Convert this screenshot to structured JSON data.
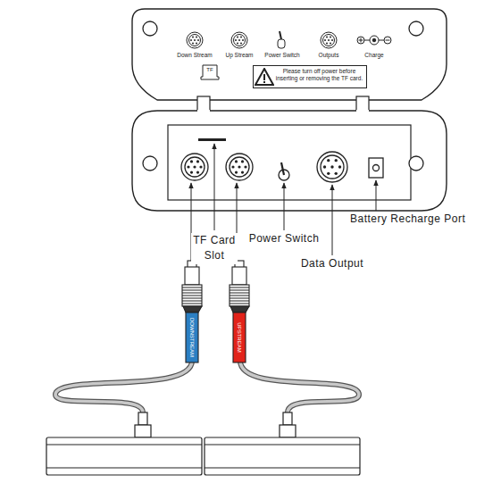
{
  "diagram": {
    "nodes": [
      {
        "text": [
          "TF"
        ]
      },
      {
        "text": [
          "Please turn off power before inserting or removing the TF card."
        ]
      }
    ],
    "labels": [
      "Down Stream",
      "Up Stream",
      "Power Switch",
      "Outputs",
      "Charge",
      "TF Card Slot",
      "Power Switch",
      "Data Output",
      "Battery Recharge Port",
      "DOWNSTREAM",
      "UPSTREAM"
    ]
  }
}
